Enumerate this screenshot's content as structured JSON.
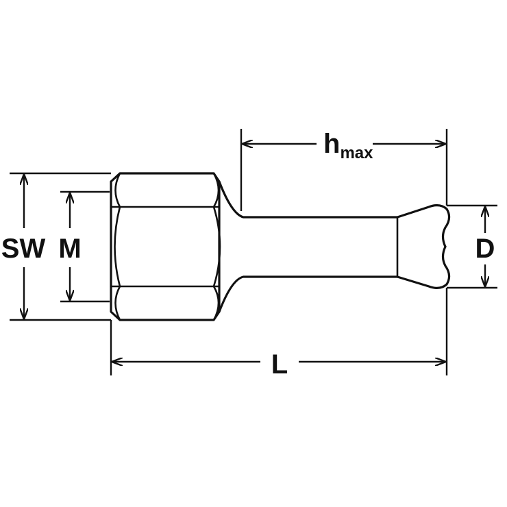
{
  "diagram": {
    "labels": {
      "sw": "SW",
      "m": "M",
      "h": "h",
      "h_sub": "max",
      "d": "D",
      "l": "L"
    },
    "colors": {
      "ink": "#111111",
      "background": "#ffffff"
    }
  }
}
